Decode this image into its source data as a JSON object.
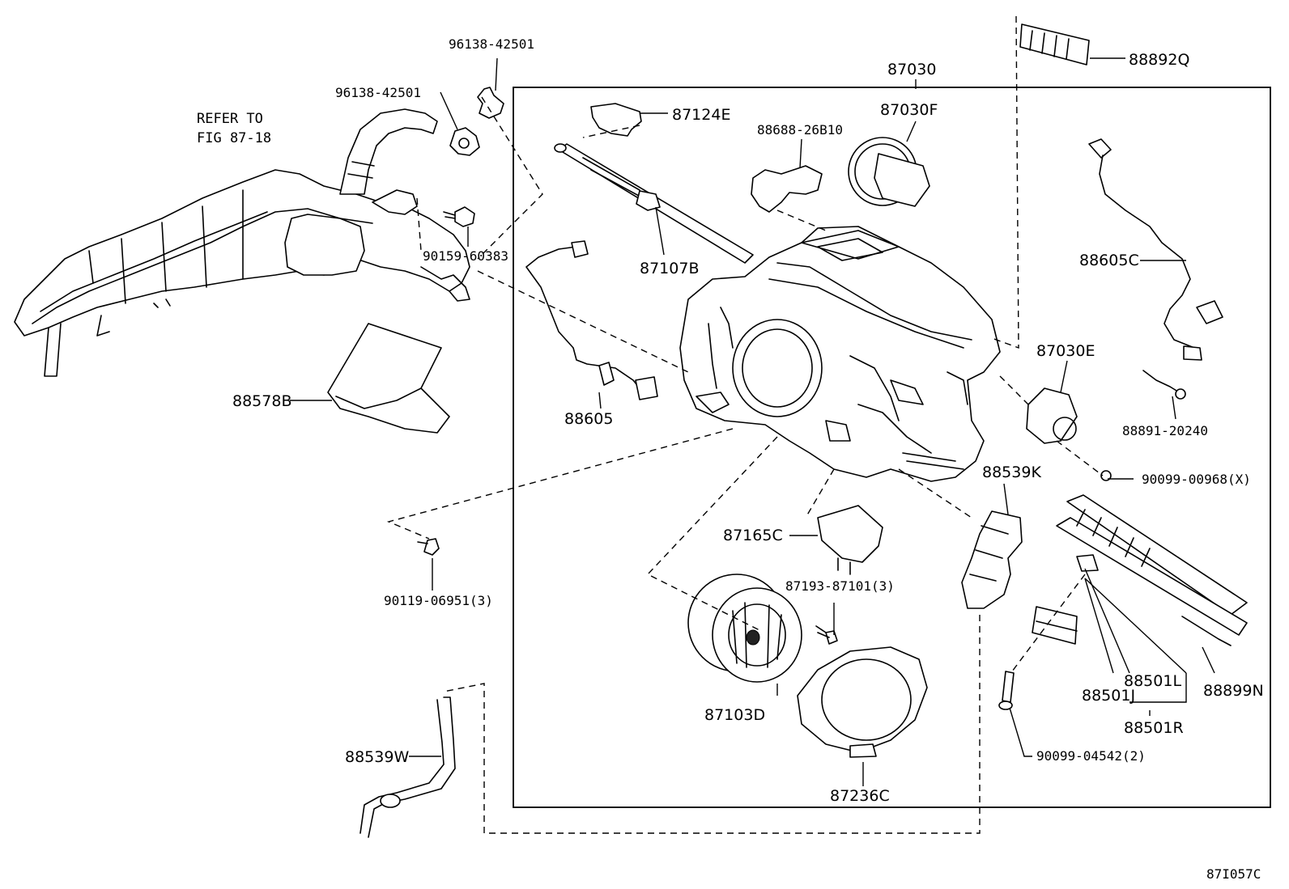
{
  "diagram": {
    "figure_code": "87I057C",
    "reference_note": [
      "REFER TO",
      "FIG 87-18"
    ],
    "parts": [
      {
        "id": "p1",
        "number": "96138-42501"
      },
      {
        "id": "p2",
        "number": "96138-42501"
      },
      {
        "id": "p3",
        "number": "87030"
      },
      {
        "id": "p4",
        "number": "88892Q"
      },
      {
        "id": "p5",
        "number": "87124E"
      },
      {
        "id": "p6",
        "number": "87030F"
      },
      {
        "id": "p7",
        "number": "88688-26B10"
      },
      {
        "id": "p8",
        "number": "90159-60383"
      },
      {
        "id": "p9",
        "number": "87107B"
      },
      {
        "id": "p10",
        "number": "88605C"
      },
      {
        "id": "p11",
        "number": "87030E"
      },
      {
        "id": "p12",
        "number": "88578B"
      },
      {
        "id": "p13",
        "number": "88605"
      },
      {
        "id": "p14",
        "number": "88891-20240"
      },
      {
        "id": "p15",
        "number": "90099-00968(X)"
      },
      {
        "id": "p16",
        "number": "88539K"
      },
      {
        "id": "p17",
        "number": "87165C"
      },
      {
        "id": "p18",
        "number": "87193-87101(3)"
      },
      {
        "id": "p19",
        "number": "90119-06951(3)"
      },
      {
        "id": "p20",
        "number": "88501L"
      },
      {
        "id": "p21",
        "number": "88899N"
      },
      {
        "id": "p22",
        "number": "88501J"
      },
      {
        "id": "p23",
        "number": "87103D"
      },
      {
        "id": "p24",
        "number": "88501R"
      },
      {
        "id": "p25",
        "number": "88539W"
      },
      {
        "id": "p26",
        "number": "90099-04542(2)"
      },
      {
        "id": "p27",
        "number": "87236C"
      }
    ]
  }
}
